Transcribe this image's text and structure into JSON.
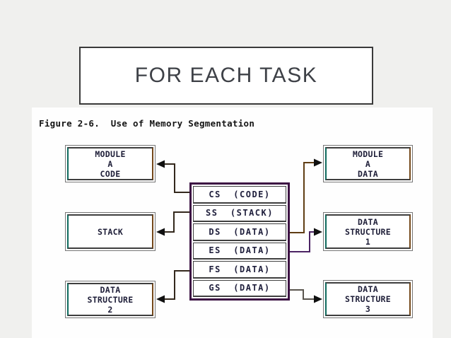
{
  "colors": {
    "page_background": "#f0f0ee",
    "slide_background": "#fefefe",
    "banner_border": "#3a3a3a",
    "banner_text": "#3e4147",
    "caption_text": "#141414",
    "box_border": "#3e3e3e",
    "box_edge_teal": "#0f6b5e",
    "box_edge_brown": "#74481a",
    "stack_border": "#3c1243",
    "label_text": "#1e1e38",
    "arrowhead": "#101010"
  },
  "title_banner": {
    "label": "FOR EACH TASK"
  },
  "figure": {
    "caption": "Figure 2-6.  Use of Memory Segmentation",
    "left_boxes": [
      {
        "name": "module-a-code",
        "label": "MODULE\nA\nCODE"
      },
      {
        "name": "stack",
        "label": "STACK"
      },
      {
        "name": "data-structure-2",
        "label": "DATA\nSTRUCTURE\n2"
      }
    ],
    "segment_registers": [
      {
        "label": "CS  (CODE)"
      },
      {
        "label": "SS  (STACK)"
      },
      {
        "label": "DS  (DATA)"
      },
      {
        "label": "ES  (DATA)"
      },
      {
        "label": "FS  (DATA)"
      },
      {
        "label": "GS  (DATA)"
      }
    ],
    "right_boxes": [
      {
        "name": "module-a-data",
        "label": "MODULE\nA\nDATA"
      },
      {
        "name": "data-structure-1",
        "label": "DATA\nSTRUCTURE\n1"
      },
      {
        "name": "data-structure-3",
        "label": "DATA\nSTRUCTURE\n3"
      }
    ],
    "connections": [
      {
        "from": "CS",
        "to": "MODULE A CODE",
        "color": "#33281c"
      },
      {
        "from": "SS",
        "to": "STACK",
        "color": "#33281c"
      },
      {
        "from": "DS",
        "to": "MODULE A DATA",
        "color": "#5f3d14"
      },
      {
        "from": "ES",
        "to": "DATA STRUCTURE 1",
        "color": "#4b2363"
      },
      {
        "from": "FS",
        "to": "DATA STRUCTURE 2",
        "color": "#33281c"
      },
      {
        "from": "GS",
        "to": "DATA STRUCTURE 3",
        "color": "#5a554e"
      }
    ]
  }
}
